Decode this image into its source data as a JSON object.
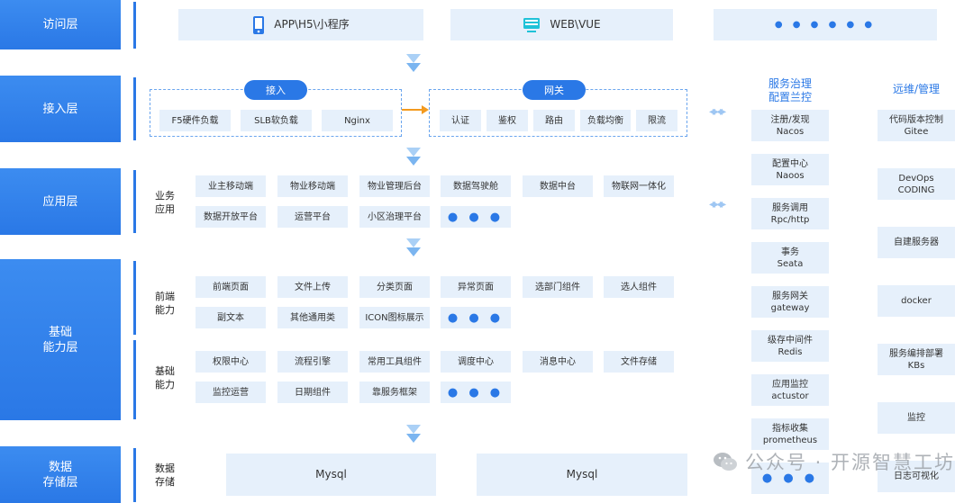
{
  "layers": {
    "access": "访问层",
    "ingress": "接入层",
    "app": "应用层",
    "base": "基础\n能力层",
    "storage": "数据\n存储层"
  },
  "access": {
    "app": "APP\\H5\\小程序",
    "web": "WEB\\VUE",
    "more": "● ● ● ● ● ●"
  },
  "ingress": {
    "title": "接入",
    "items": [
      "F5硬件负载",
      "SLB软负载",
      "Nginx"
    ],
    "gateway_title": "网关",
    "gateway_items": [
      "认证",
      "鉴权",
      "路由",
      "负载均衡",
      "限流"
    ]
  },
  "app": {
    "label": "业务\n应用",
    "row1": [
      "业主移动端",
      "物业移动端",
      "物业管理后台",
      "数据驾驶舱",
      "数据中台",
      "物联网一体化"
    ],
    "row2": [
      "数据开放平台",
      "运营平台",
      "小区治理平台",
      "● ● ●"
    ]
  },
  "frontend": {
    "label": "前端\n能力",
    "row1": [
      "前端页面",
      "文件上传",
      "分类页面",
      "异常页面",
      "选部门组件",
      "选人组件"
    ],
    "row2": [
      "副文本",
      "其他通用类",
      "ICON图标展示",
      "● ● ●"
    ]
  },
  "basic": {
    "label": "基础\n能力",
    "row1": [
      "权限中心",
      "流程引擎",
      "常用工具组件",
      "调度中心",
      "消息中心",
      "文件存储"
    ],
    "row2": [
      "监控运营",
      "日期组件",
      "靠服务框架",
      "● ● ●"
    ]
  },
  "storage": {
    "label": "数据\n存储",
    "db1": "Mysql",
    "db2": "Mysql"
  },
  "governance": {
    "title": "服务治理\n配置兰控",
    "items": [
      "注册/发现\nNacos",
      "配置中心\nNaoos",
      "服务调用\nRpc/http",
      "事务\nSeata",
      "服务网关\ngateway",
      "级存中间件\nRedis",
      "应用监控\nactustor",
      "指标收集\nprometheus",
      "● ● ●"
    ]
  },
  "ops": {
    "title": "远维/管理",
    "items": [
      "代码版本控制\nGitee",
      "DevOps\nCODING",
      "自建服务器",
      "docker",
      "服务编排部署\nKBs",
      "监控",
      "日志可视化"
    ]
  },
  "watermark": "公众号 · 开源智慧工坊",
  "colors": {
    "primary": "#2a78e6",
    "box": "#e6f0fb",
    "arrow": "#f39a1e"
  }
}
